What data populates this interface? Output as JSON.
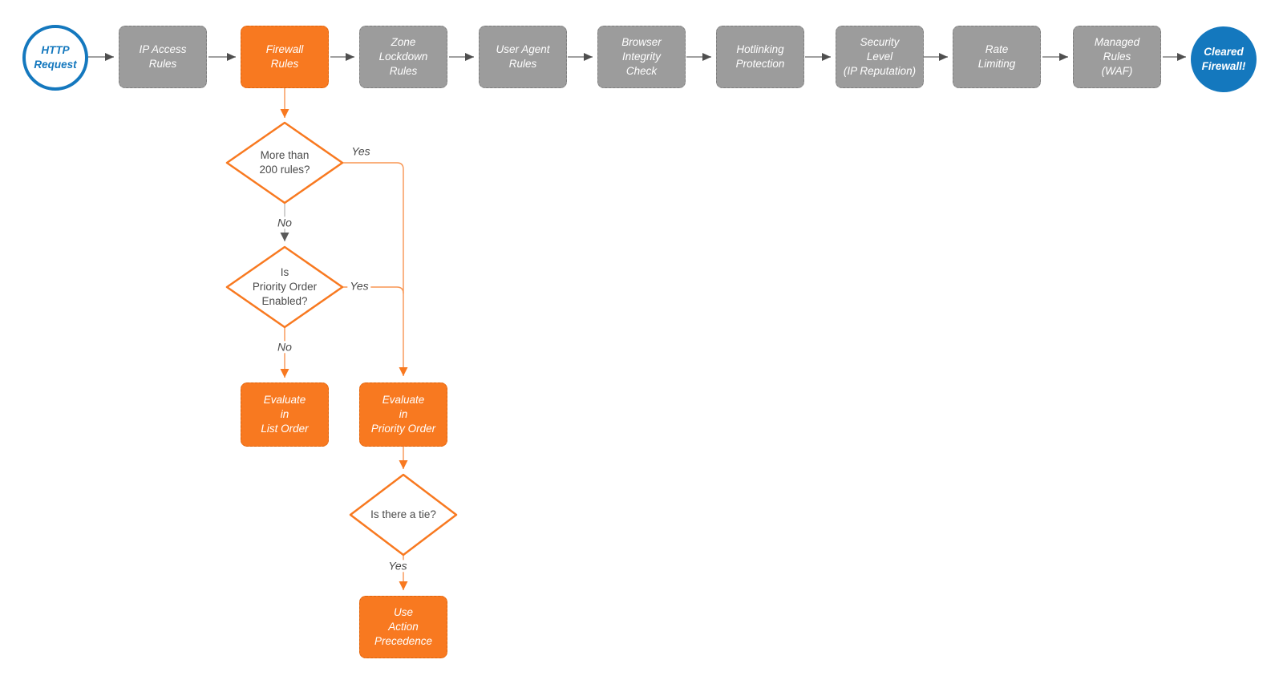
{
  "diagram": {
    "start": {
      "label": "HTTP\nRequest"
    },
    "pipeline": [
      {
        "label": "IP Access\nRules",
        "highlighted": false
      },
      {
        "label": "Firewall\nRules",
        "highlighted": true
      },
      {
        "label": "Zone\nLockdown\nRules",
        "highlighted": false
      },
      {
        "label": "User Agent\nRules",
        "highlighted": false
      },
      {
        "label": "Browser\nIntegrity\nCheck",
        "highlighted": false
      },
      {
        "label": "Hotlinking\nProtection",
        "highlighted": false
      },
      {
        "label": "Security\nLevel\n(IP Reputation)",
        "highlighted": false
      },
      {
        "label": "Rate\nLimiting",
        "highlighted": false
      },
      {
        "label": "Managed\nRules\n(WAF)",
        "highlighted": false
      }
    ],
    "end": {
      "label": "Cleared\nFirewall!"
    },
    "decisions": [
      {
        "label": "More than\n200 rules?"
      },
      {
        "label": "Is\nPriority Order\nEnabled?"
      },
      {
        "label": "Is there a tie?"
      }
    ],
    "actions": [
      {
        "label": "Evaluate\nin\nList Order"
      },
      {
        "label": "Evaluate\nin\nPriority Order"
      },
      {
        "label": "Use\nAction\nPrecedence"
      }
    ],
    "edge_labels": {
      "more_rules_yes": "Yes",
      "more_rules_no": "No",
      "priority_enabled_yes": "Yes",
      "priority_enabled_no": "No",
      "tie_yes": "Yes"
    },
    "colors": {
      "orange": "#F87920",
      "gray": "#9C9C9C",
      "blue": "#1478BE",
      "connector_gray": "#818181",
      "text_dark": "#4B4B4B"
    }
  }
}
